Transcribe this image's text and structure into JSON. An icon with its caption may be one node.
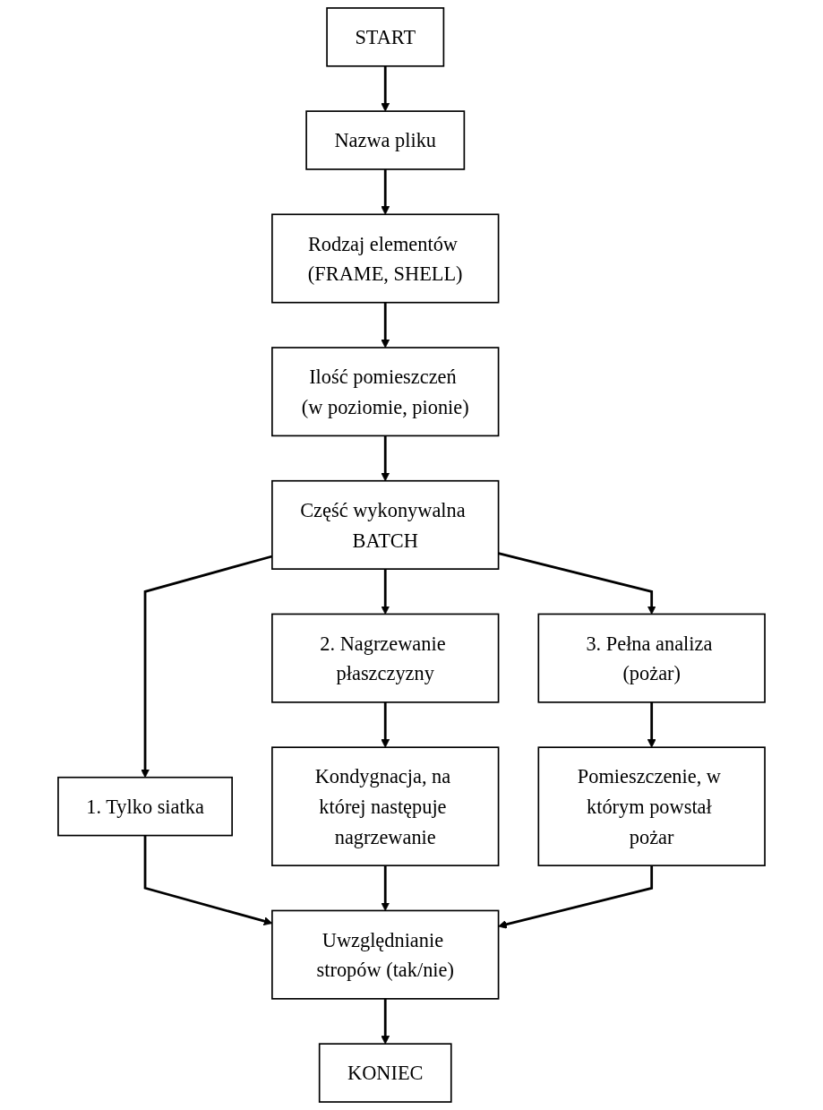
{
  "diagram": {
    "nodes": [
      {
        "text": [
          "START"
        ]
      },
      {
        "text": [
          "Nazwa pliku"
        ]
      },
      {
        "text": [
          "Rodzaj elementów (FRAME, SHELL)"
        ]
      },
      {
        "text": [
          "Ilość pomieszczeń (w poziomie, pionie)"
        ]
      },
      {
        "text": [
          "Część wykonywalna BATCH"
        ]
      },
      {
        "text": [
          "1. Tylko siatka"
        ]
      },
      {
        "text": [
          "2. Nagrzewanie płaszczyzny"
        ]
      },
      {
        "text": [
          "3. Pełna analiza (pożar)"
        ]
      },
      {
        "text": [
          "Kondygnacja, na której następuje nagrzewanie"
        ]
      },
      {
        "text": [
          "Pomieszczenie, w którym powstał pożar"
        ]
      },
      {
        "text": [
          "Uwzględnianie stropów (tak/nie)"
        ]
      },
      {
        "text": [
          "KONIEC"
        ]
      }
    ],
    "edges": [
      {
        "from": 0,
        "to": 1,
        "arrow": "to"
      },
      {
        "from": 1,
        "to": 2,
        "arrow": "to"
      },
      {
        "from": 2,
        "to": 3,
        "arrow": "to"
      },
      {
        "from": 3,
        "to": 4,
        "arrow": "to"
      },
      {
        "from": 4,
        "to": 5,
        "arrow": "to"
      },
      {
        "from": 4,
        "to": 6,
        "arrow": "to"
      },
      {
        "from": 4,
        "to": 7,
        "arrow": "to"
      },
      {
        "from": 6,
        "to": 8,
        "arrow": "to"
      },
      {
        "from": 7,
        "to": 9,
        "arrow": "to"
      },
      {
        "from": 5,
        "to": 10,
        "arrow": "to"
      },
      {
        "from": 8,
        "to": 10,
        "arrow": "to"
      },
      {
        "from": 9,
        "to": 10,
        "arrow": "to"
      },
      {
        "from": 10,
        "to": 11,
        "arrow": "to"
      }
    ]
  }
}
